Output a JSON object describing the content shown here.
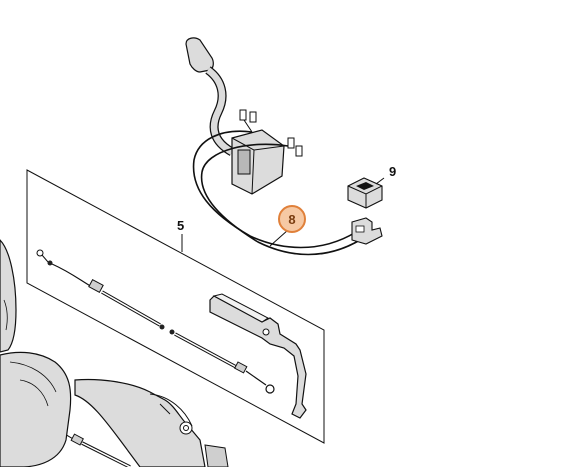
{
  "callouts": [
    {
      "id": "5",
      "label": "5",
      "highlighted": false
    },
    {
      "id": "8",
      "label": "8",
      "highlighted": true
    },
    {
      "id": "9",
      "label": "9",
      "highlighted": false
    }
  ],
  "colors": {
    "line": "#111111",
    "part_fill": "#dcdcdc",
    "part_shade": "#b8b8b8",
    "highlight_fill": "#f6c9a4",
    "highlight_stroke": "#e0803a"
  },
  "parts": [
    {
      "name": "ignition-module"
    },
    {
      "name": "ignition-lead"
    },
    {
      "name": "wiring-harness"
    },
    {
      "name": "stop-switch"
    },
    {
      "name": "throttle-cable-kit"
    },
    {
      "name": "throttle-trigger"
    },
    {
      "name": "handle-housing"
    },
    {
      "name": "tube-assembly"
    }
  ]
}
